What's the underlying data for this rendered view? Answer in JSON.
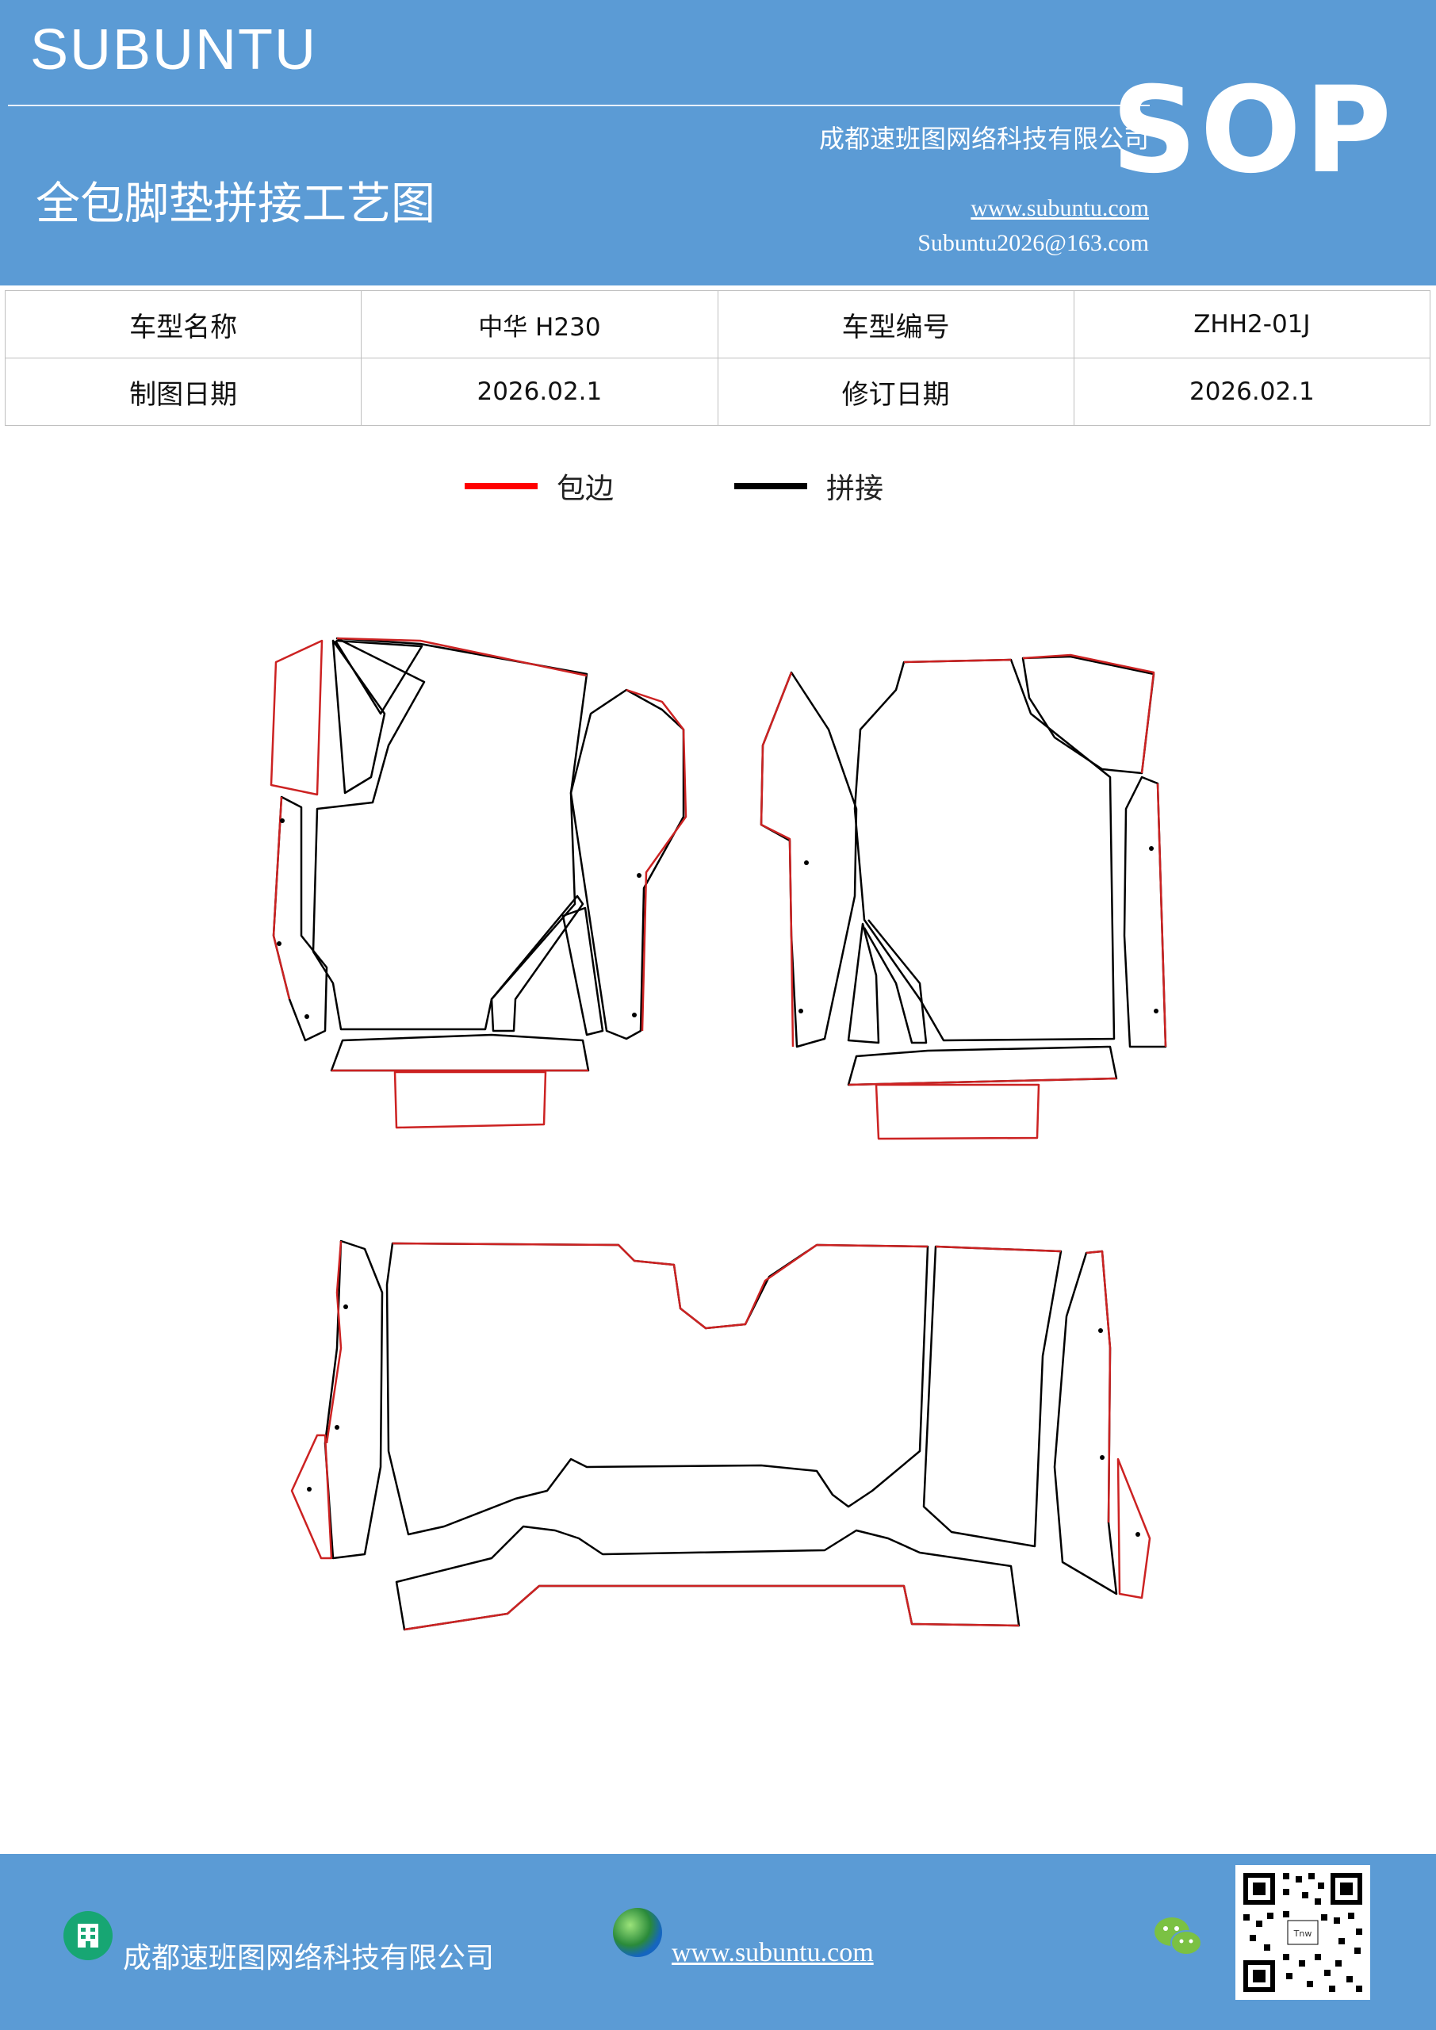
{
  "header": {
    "brand": "SUBUNTU",
    "company": "成都速班图网络科技有限公司",
    "sop": "SOP",
    "title": "全包脚垫拼接工艺图",
    "website": "www.subuntu.com",
    "email": "Subuntu2026@163.com"
  },
  "info_table": {
    "rows": [
      [
        "车型名称",
        "中华 H230",
        "车型编号",
        "ZHH2-01J"
      ],
      [
        "制图日期",
        "2026.02.1",
        "修订日期",
        "2026.02.1"
      ]
    ]
  },
  "legend": {
    "edge_label": "包边",
    "edge_color": "#ff0000",
    "splice_label": "拼接",
    "splice_color": "#000000"
  },
  "footer": {
    "company": "成都速班图网络科技有限公司",
    "website": "www.subuntu.com",
    "icons": [
      "building-icon",
      "globe-icon",
      "wechat-icon",
      "qr-code"
    ]
  }
}
